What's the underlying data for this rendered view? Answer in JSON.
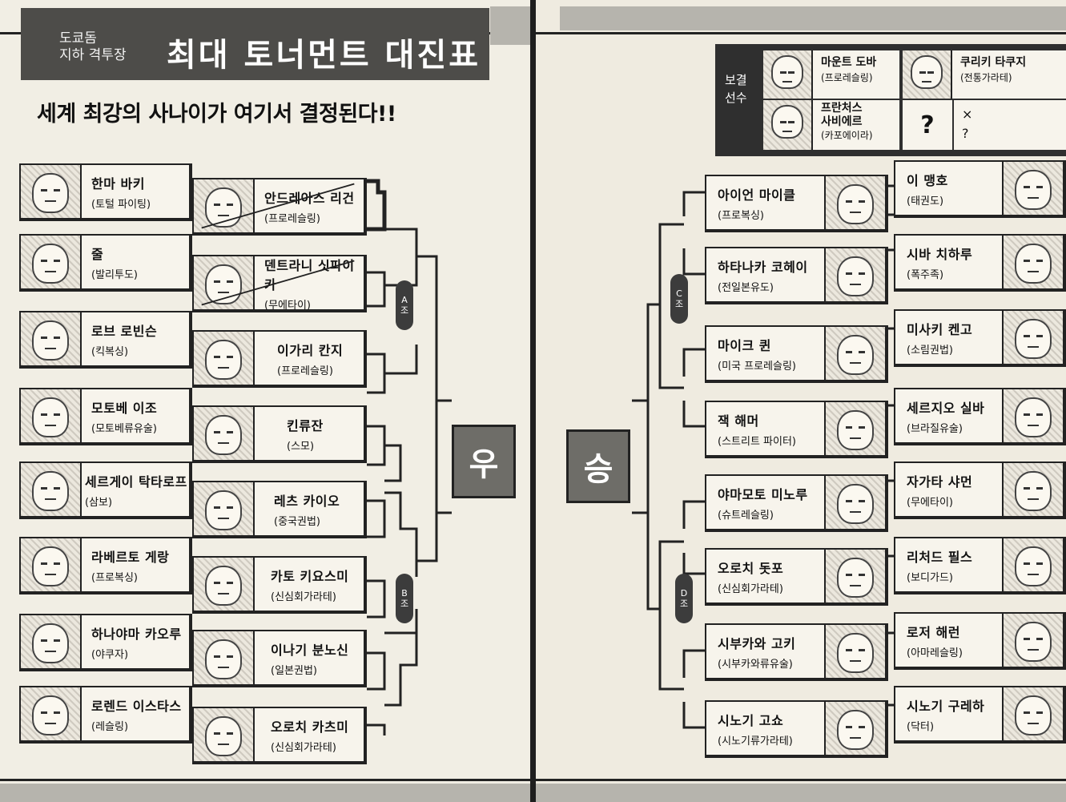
{
  "header": {
    "subtitle": "도쿄돔\n지하 격투장",
    "title": "최대 토너먼트 대진표",
    "headline": "세계 최강의 사나이가 여기서 결정된다!!"
  },
  "champion_left": "우",
  "champion_right": "승",
  "groups": {
    "a": "A\n조",
    "b": "B\n조",
    "c": "C\n조",
    "d": "D\n조"
  },
  "left_outer": [
    {
      "name": "한마 바키",
      "style": "(토털 파이팅)"
    },
    {
      "name": "줄",
      "style": "(발리투도)"
    },
    {
      "name": "로브 로빈슨",
      "style": "(킥복싱)"
    },
    {
      "name": "모토베 이조",
      "style": "(모토베류유술)"
    },
    {
      "name": "세르게이 탁타로프",
      "style": "(삼보)"
    },
    {
      "name": "라베르토 게랑",
      "style": "(프로복싱)"
    },
    {
      "name": "하나야마 카오루",
      "style": "(야쿠자)"
    },
    {
      "name": "로렌드 이스타스",
      "style": "(레슬링)"
    }
  ],
  "left_inner": [
    {
      "name": "안드레아스 리건",
      "style": "(프로레슬링)",
      "eliminated": true
    },
    {
      "name": "덴트라니 싯파이카",
      "style": "(무에타이)",
      "eliminated": true
    },
    {
      "name": "이가리 칸지",
      "style": "(프로레슬링)"
    },
    {
      "name": "킨류잔",
      "style": "(스모)"
    },
    {
      "name": "레츠 카이오",
      "style": "(중국권법)"
    },
    {
      "name": "카토 키요스미",
      "style": "(신심회가라테)"
    },
    {
      "name": "이나기 분노신",
      "style": "(일본권법)"
    },
    {
      "name": "오로치 카츠미",
      "style": "(신심회가라테)"
    }
  ],
  "right_inner": [
    {
      "name": "아이언 마이클",
      "style": "(프로복싱)"
    },
    {
      "name": "하타나카 코헤이",
      "style": "(전일본유도)"
    },
    {
      "name": "마이크 퀸",
      "style": "(미국 프로레슬링)"
    },
    {
      "name": "잭 해머",
      "style": "(스트리트 파이터)"
    },
    {
      "name": "야마모토 미노루",
      "style": "(슈트레슬링)"
    },
    {
      "name": "오로치 돗포",
      "style": "(신심회가라테)"
    },
    {
      "name": "시부카와 고키",
      "style": "(시부카와류유술)"
    },
    {
      "name": "시노기 고쇼",
      "style": "(시노기류가라테)"
    }
  ],
  "right_outer": [
    {
      "name": "이 맹호",
      "style": "(태권도)"
    },
    {
      "name": "시바 치하루",
      "style": "(폭주족)"
    },
    {
      "name": "미사키 켄고",
      "style": "(소림권법)"
    },
    {
      "name": "세르지오 실바",
      "style": "(브라질유술)"
    },
    {
      "name": "자가타 샤먼",
      "style": "(무에타이)"
    },
    {
      "name": "리처드 필스",
      "style": "(보디가드)"
    },
    {
      "name": "로저 해런",
      "style": "(아마레슬링)"
    },
    {
      "name": "시노기 구레하",
      "style": "(닥터)"
    }
  ],
  "reserve": {
    "label": "보결\n선수",
    "players": [
      {
        "name": "마운트 도바",
        "style": "(프로레슬링)"
      },
      {
        "name": "쿠리키 타쿠지",
        "style": "(전통가라테)"
      },
      {
        "name": "프란처스\n사비에르",
        "style": "(카포에이라)"
      }
    ],
    "unknown_mark": "?",
    "unknown_info": "×\n?"
  }
}
